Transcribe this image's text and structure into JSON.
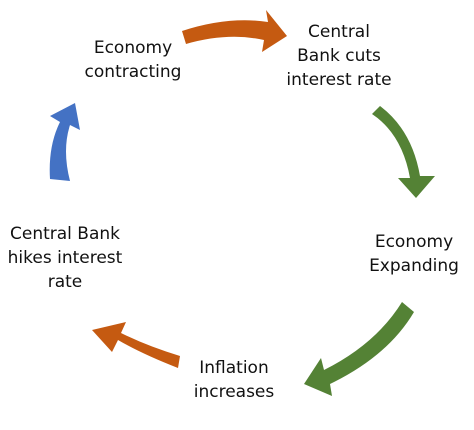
{
  "stages": [
    {
      "id": "economy-contracting",
      "lines": [
        "Economy",
        "contracting"
      ]
    },
    {
      "id": "central-bank-cuts",
      "lines": [
        "Central",
        "Bank cuts",
        "interest rate"
      ]
    },
    {
      "id": "economy-expanding",
      "lines": [
        "Economy",
        "Expanding"
      ]
    },
    {
      "id": "inflation-increases",
      "lines": [
        "Inflation",
        "increases"
      ]
    },
    {
      "id": "central-bank-hikes",
      "lines": [
        "Central Bank",
        "hikes interest",
        "rate"
      ]
    }
  ],
  "arrows": [
    {
      "from": "economy-contracting",
      "to": "central-bank-cuts",
      "color": "#C55A11"
    },
    {
      "from": "central-bank-cuts",
      "to": "economy-expanding",
      "color": "#548235"
    },
    {
      "from": "economy-expanding",
      "to": "inflation-increases",
      "color": "#548235"
    },
    {
      "from": "inflation-increases",
      "to": "central-bank-hikes",
      "color": "#C55A11"
    },
    {
      "from": "central-bank-hikes",
      "to": "economy-contracting",
      "color": "#4472C4"
    }
  ]
}
